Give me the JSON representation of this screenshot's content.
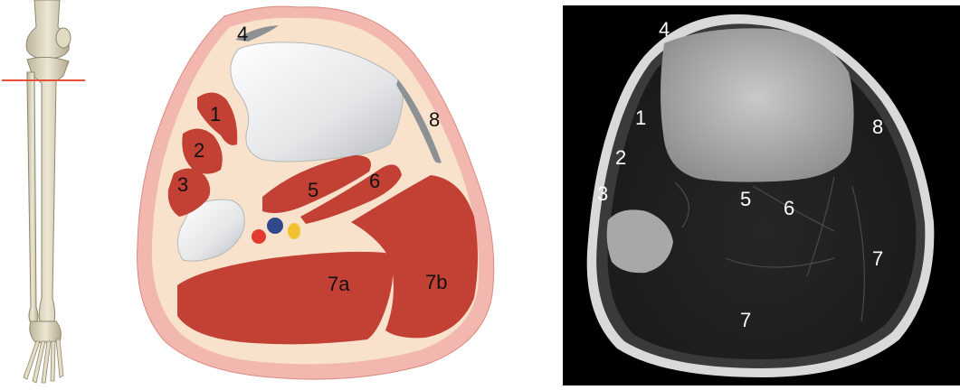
{
  "figure": {
    "diagram": {
      "labels": {
        "m1": "1",
        "m2": "2",
        "m3": "3",
        "m4": "4",
        "m5": "5",
        "m6": "6",
        "m7a": "7a",
        "m7b": "7b",
        "m8": "8"
      },
      "colors": {
        "skin": "#f2b8b0",
        "subcutaneous": "#f8e2cc",
        "muscle": "#c24134",
        "bone": "#e9eaeb",
        "artery": "#e23a2f",
        "vein": "#2f4a8a",
        "nerve": "#f2c230"
      }
    },
    "leg": {
      "section_line_color": "#e8503a"
    },
    "mri": {
      "labels": {
        "m1": "1",
        "m2": "2",
        "m3": "3",
        "m4": "4",
        "m5": "5",
        "m6": "6",
        "m7_upper": "7",
        "m7_lower": "7",
        "m8": "8"
      }
    }
  }
}
